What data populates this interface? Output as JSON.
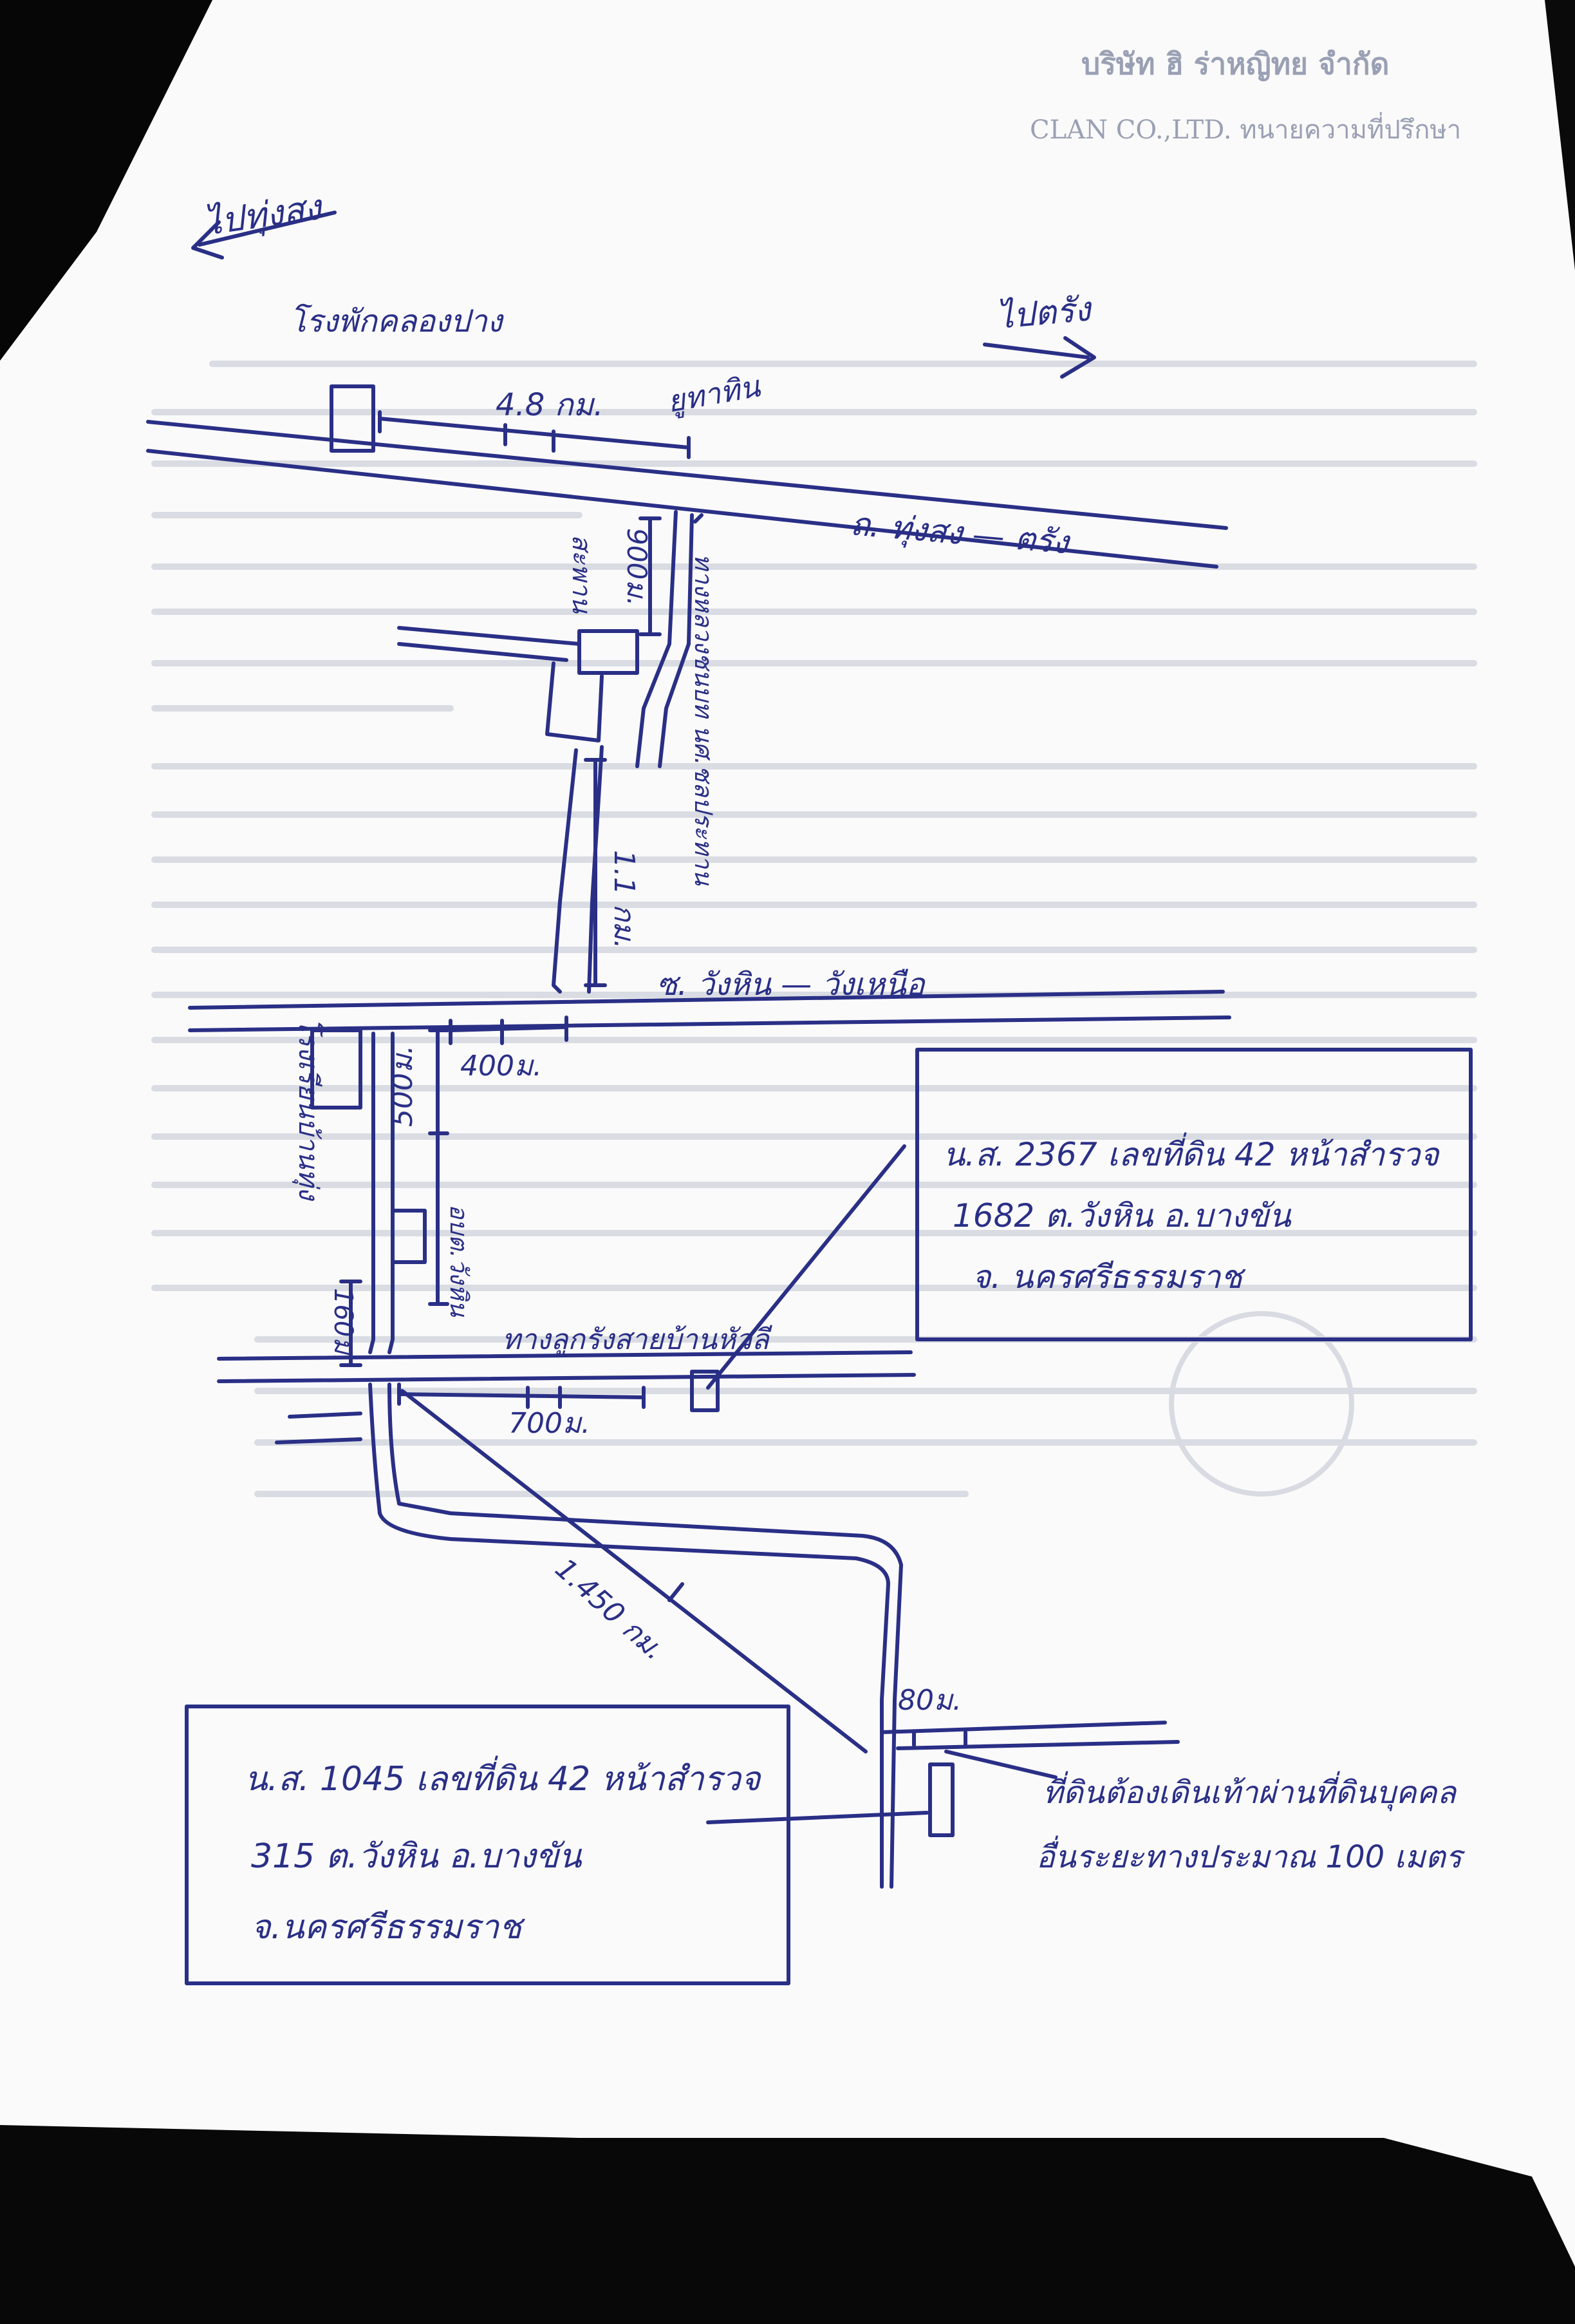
{
  "header": {
    "company": "บริษัท ฮิ ร่าหญิทย จำกัด",
    "ref": "CLAN CO.,LTD. ทนายความที่ปรึกษา"
  },
  "directions": {
    "to_thung_song": "ไปทุ่งสง",
    "to_trang": "ไปตรัง"
  },
  "landmarks": {
    "school_khlong_pang": "โรงพักคลองปาง",
    "district_office": "ยูทาทิน",
    "bridge": "สะพาน",
    "school_wang_hin": "โรงเรียนบ้านทุ่ง",
    "office_name": "อบต.วังหิน",
    "village_office": "ทางลูกรังสายบ้านหัวลี",
    "vertical_note": "ทางหลวงชนบท นศ.ชลประทาน"
  },
  "roads": {
    "main_road": "ถ. ทุ่งสง — ตรัง",
    "secondary_road": "ซ. วังหิน — วังเหนือ"
  },
  "distances": {
    "d1": "4.8 กม.",
    "d2": "900ม.",
    "d3": "1.1 กม.",
    "d4": "400ม.",
    "d5": "500ม.",
    "d6": "700ม.",
    "d7": "1.450 กม.",
    "d8": "80ม.",
    "d9": "160ม."
  },
  "deed_box_1": {
    "line1": "น.ส. 2367 เลขที่ดิน 42 หน้าสำรวจ",
    "line2": "1682 ต.วังหิน อ.บางขัน",
    "line3": "จ. นครศรีธรรมราช"
  },
  "deed_box_2": {
    "line1": "น.ส. 1045 เลขที่ดิน 42 หน้าสำรวจ",
    "line2": "315 ต.วังหิน อ.บางขัน",
    "line3": "จ.นครศรีธรรมราช"
  },
  "note": {
    "line1": "ที่ดินต้องเดินเท้าผ่านที่ดินบุคคล",
    "line2": "อื่นระยะทางประมาณ 100 เมตร"
  }
}
